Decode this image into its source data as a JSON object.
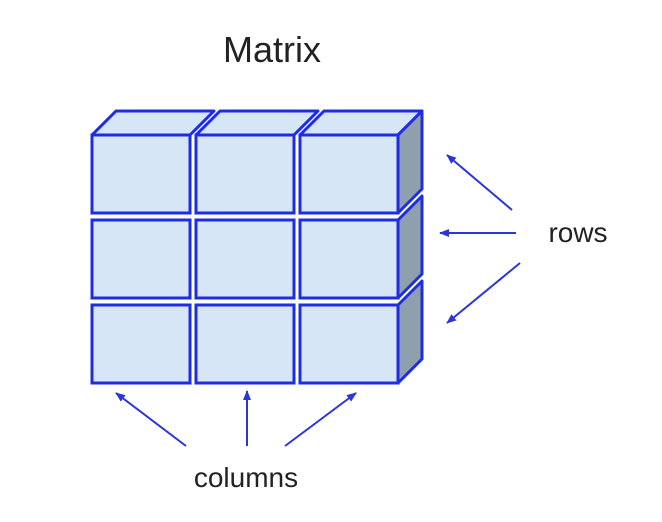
{
  "diagram": {
    "title": "Matrix",
    "rows_label": "rows",
    "columns_label": "columns",
    "grid": {
      "rows": 3,
      "columns": 3
    }
  },
  "colors": {
    "cube_front": "#d6e6f6",
    "cube_top": "#d6e6f6",
    "cube_side": "#8f9fad",
    "cube_edge": "#1f2de0",
    "arrow": "#2b35d8",
    "text": "#222222"
  }
}
